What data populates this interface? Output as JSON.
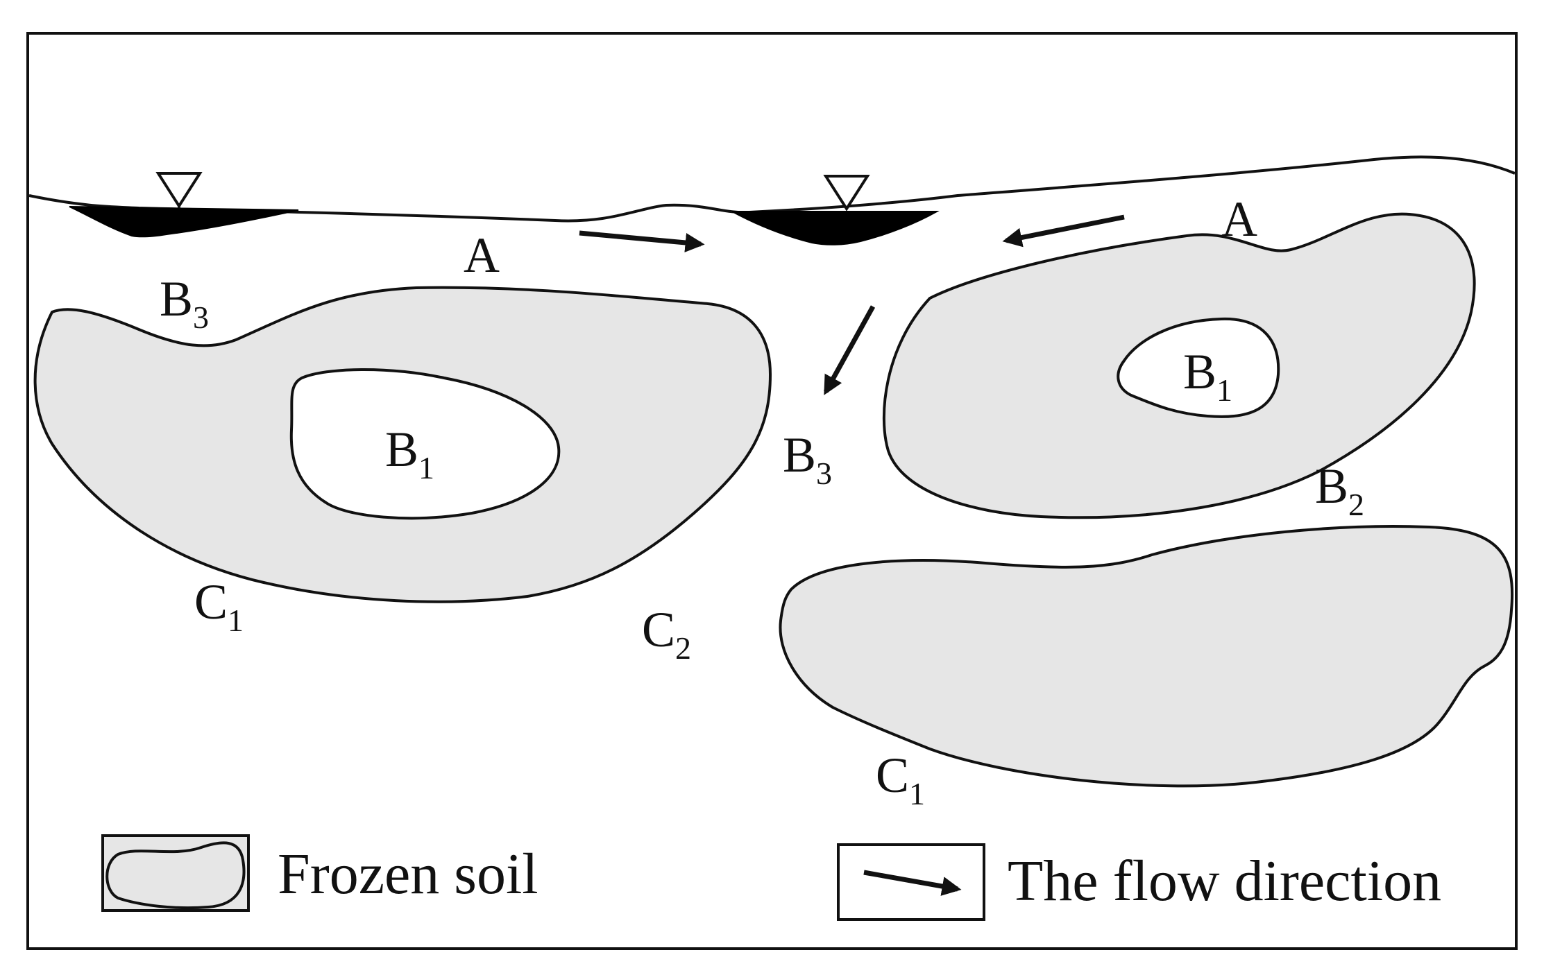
{
  "colors": {
    "frozen_fill": "#e6e6e6",
    "outline": "#111111",
    "surface_water": "#000000",
    "background": "#ffffff"
  },
  "labels": {
    "a_left": "A",
    "a_right": "A",
    "b3_left": {
      "letter": "B",
      "sub": "3"
    },
    "b3_center": {
      "letter": "B",
      "sub": "3"
    },
    "b1_left": {
      "letter": "B",
      "sub": "1"
    },
    "b1_right": {
      "letter": "B",
      "sub": "1"
    },
    "b2_right": {
      "letter": "B",
      "sub": "2"
    },
    "c1_left": {
      "letter": "C",
      "sub": "1"
    },
    "c2_center": {
      "letter": "C",
      "sub": "2"
    },
    "c1_bottom": {
      "letter": "C",
      "sub": "1"
    }
  },
  "legend": {
    "frozen_soil": "Frozen soil",
    "flow_direction": "The flow direction"
  },
  "icons": {
    "water_level": "inverted-triangle",
    "flow": "arrow"
  }
}
